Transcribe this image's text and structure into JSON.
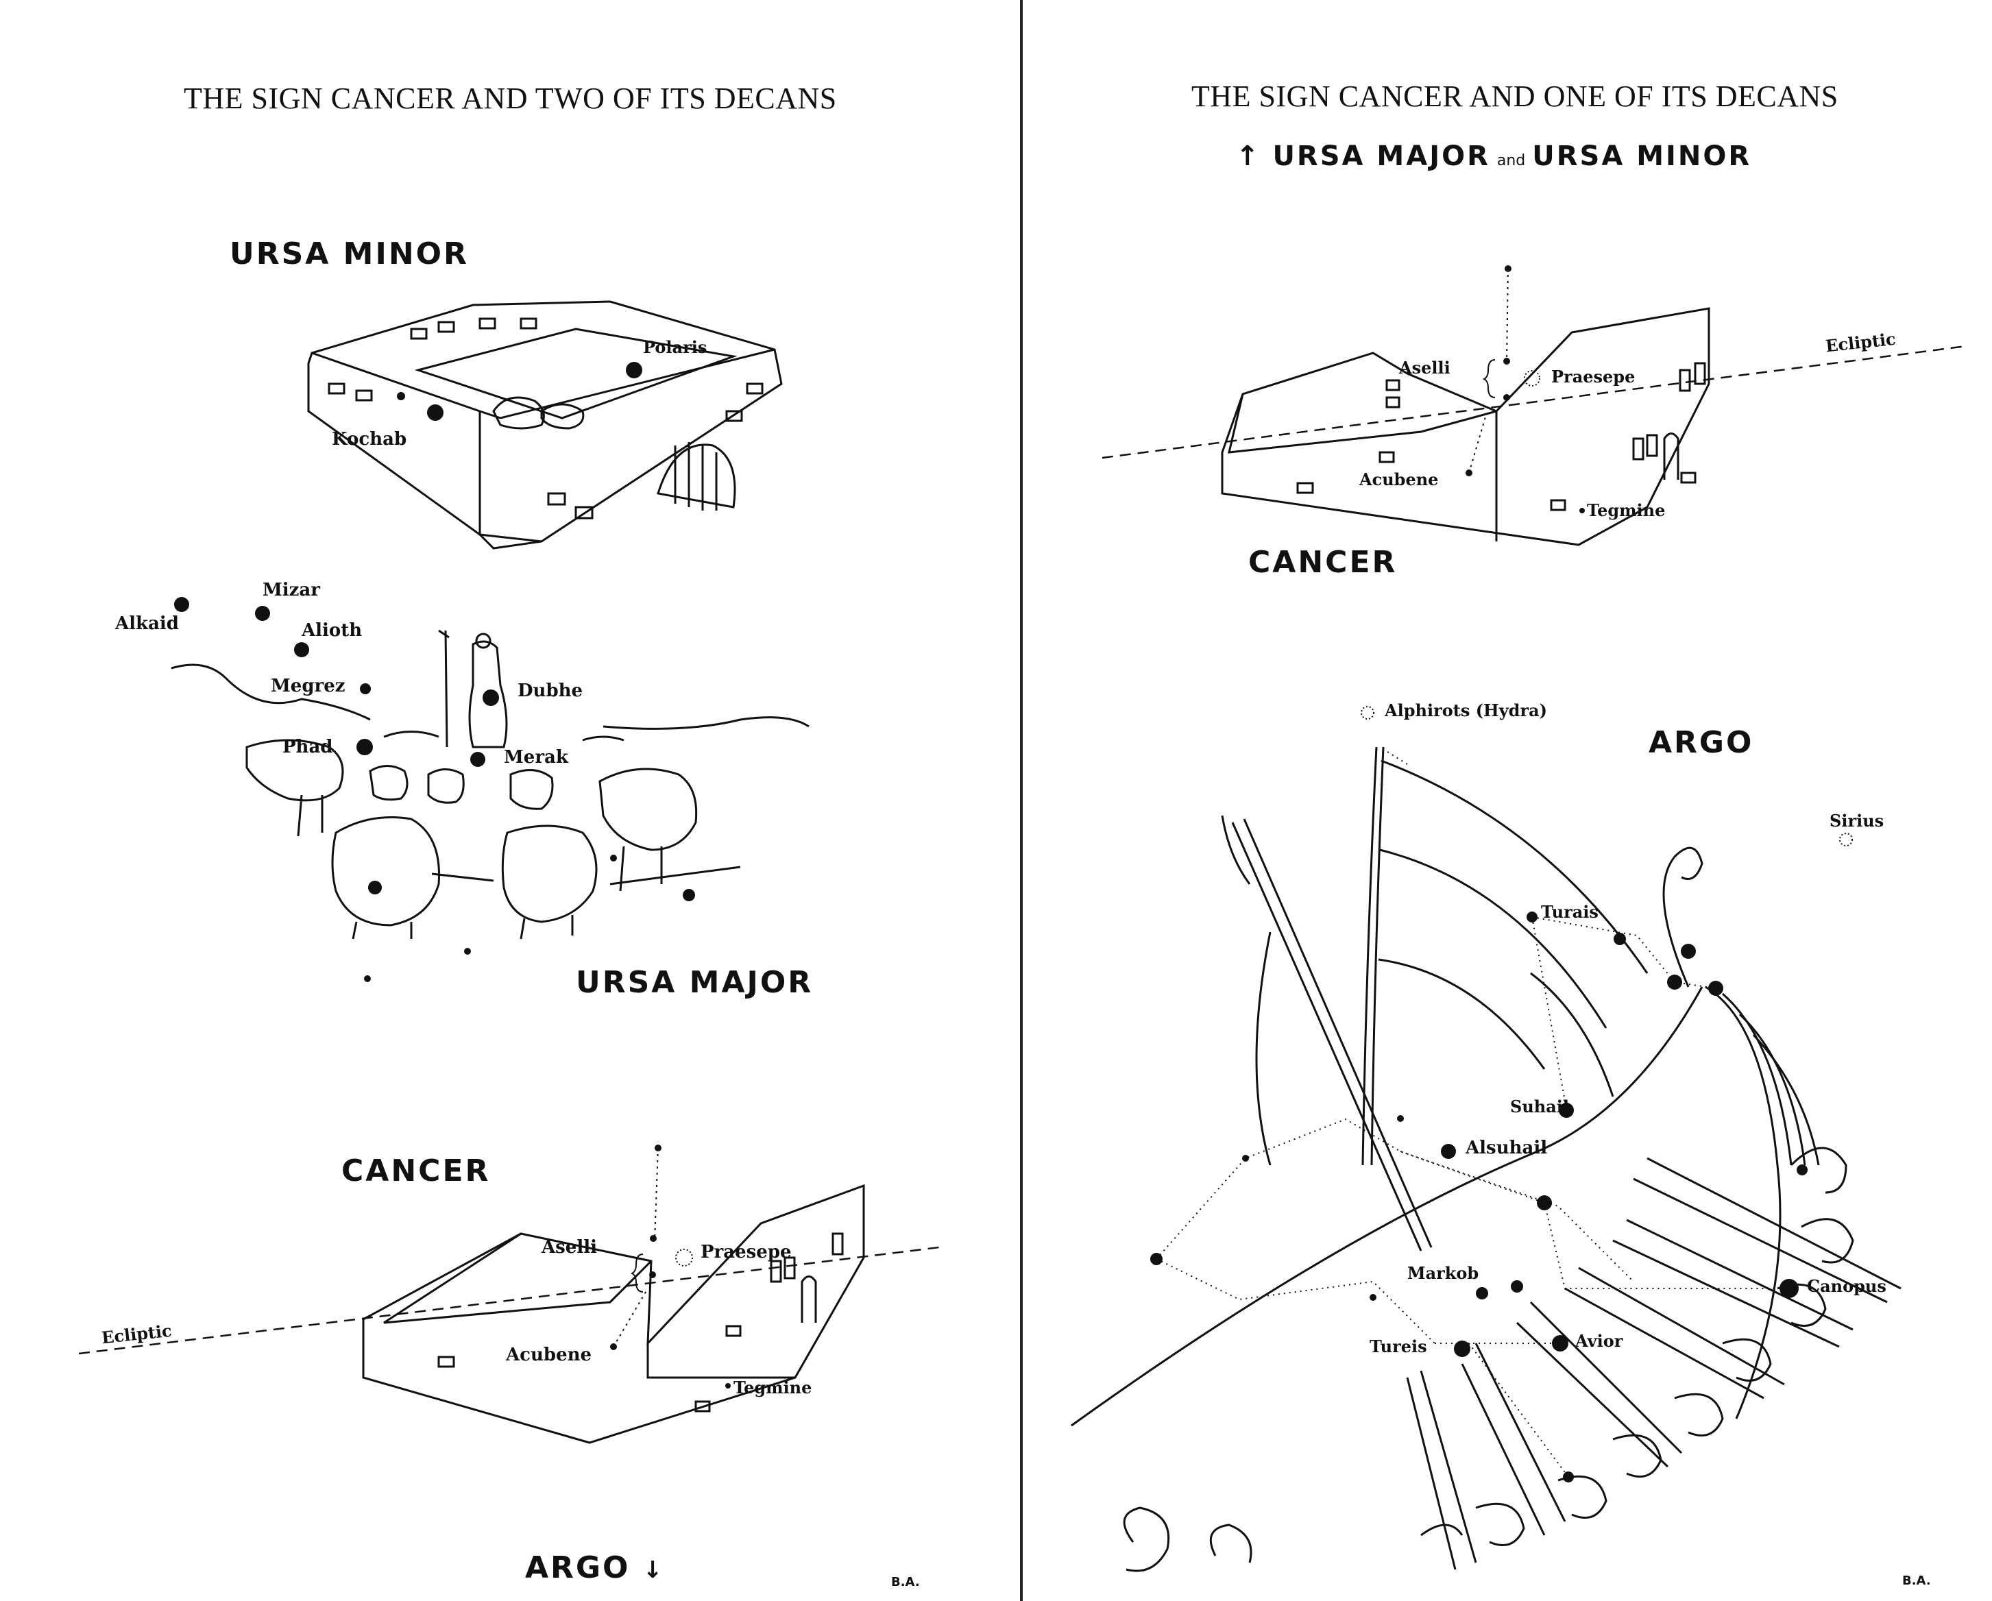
{
  "left": {
    "title": "THE SIGN CANCER AND TWO OF ITS DECANS",
    "ursa_minor": {
      "heading": "URSA MINOR",
      "stars": {
        "polaris": "Polaris",
        "kochab": "Kochab"
      }
    },
    "ursa_major": {
      "heading": "URSA MAJOR",
      "stars": {
        "alkaid": "Alkaid",
        "mizar": "Mizar",
        "alioth": "Alioth",
        "megrez": "Megrez",
        "dubhe": "Dubhe",
        "phad": "Phad",
        "merak": "Merak"
      }
    },
    "cancer": {
      "heading": "CANCER",
      "stars": {
        "aselli": "Aselli",
        "praesepe": "Praesepe",
        "acubene": "Acubene",
        "tegmine": "Tegmine"
      },
      "ecliptic": "Ecliptic"
    },
    "argo_pointer": {
      "text": "ARGO",
      "arrow": "↓"
    },
    "signature": "B.A."
  },
  "right": {
    "title": "THE SIGN CANCER AND ONE OF ITS DECANS",
    "subtitle": {
      "arrow": "↑",
      "part1": "URSA MAJOR",
      "and": "and",
      "part2": "URSA MINOR"
    },
    "cancer": {
      "heading": "CANCER",
      "stars": {
        "aselli": "Aselli",
        "praesepe": "Praesepe",
        "acubene": "Acubene",
        "tegmine": "Tegmine"
      },
      "ecliptic": "Ecliptic"
    },
    "argo": {
      "heading": "ARGO",
      "stars": {
        "alphirots": "Alphirots (Hydra)",
        "sirius": "Sirius",
        "turais": "Turais",
        "suhail": "Suhail",
        "alsuhail": "Alsuhail",
        "markob": "Markob",
        "canopus": "Canopus",
        "tureis": "Tureis",
        "avior": "Avior"
      }
    },
    "signature": "B.A."
  },
  "colors": {
    "ink": "#111111",
    "paper": "#ffffff"
  }
}
